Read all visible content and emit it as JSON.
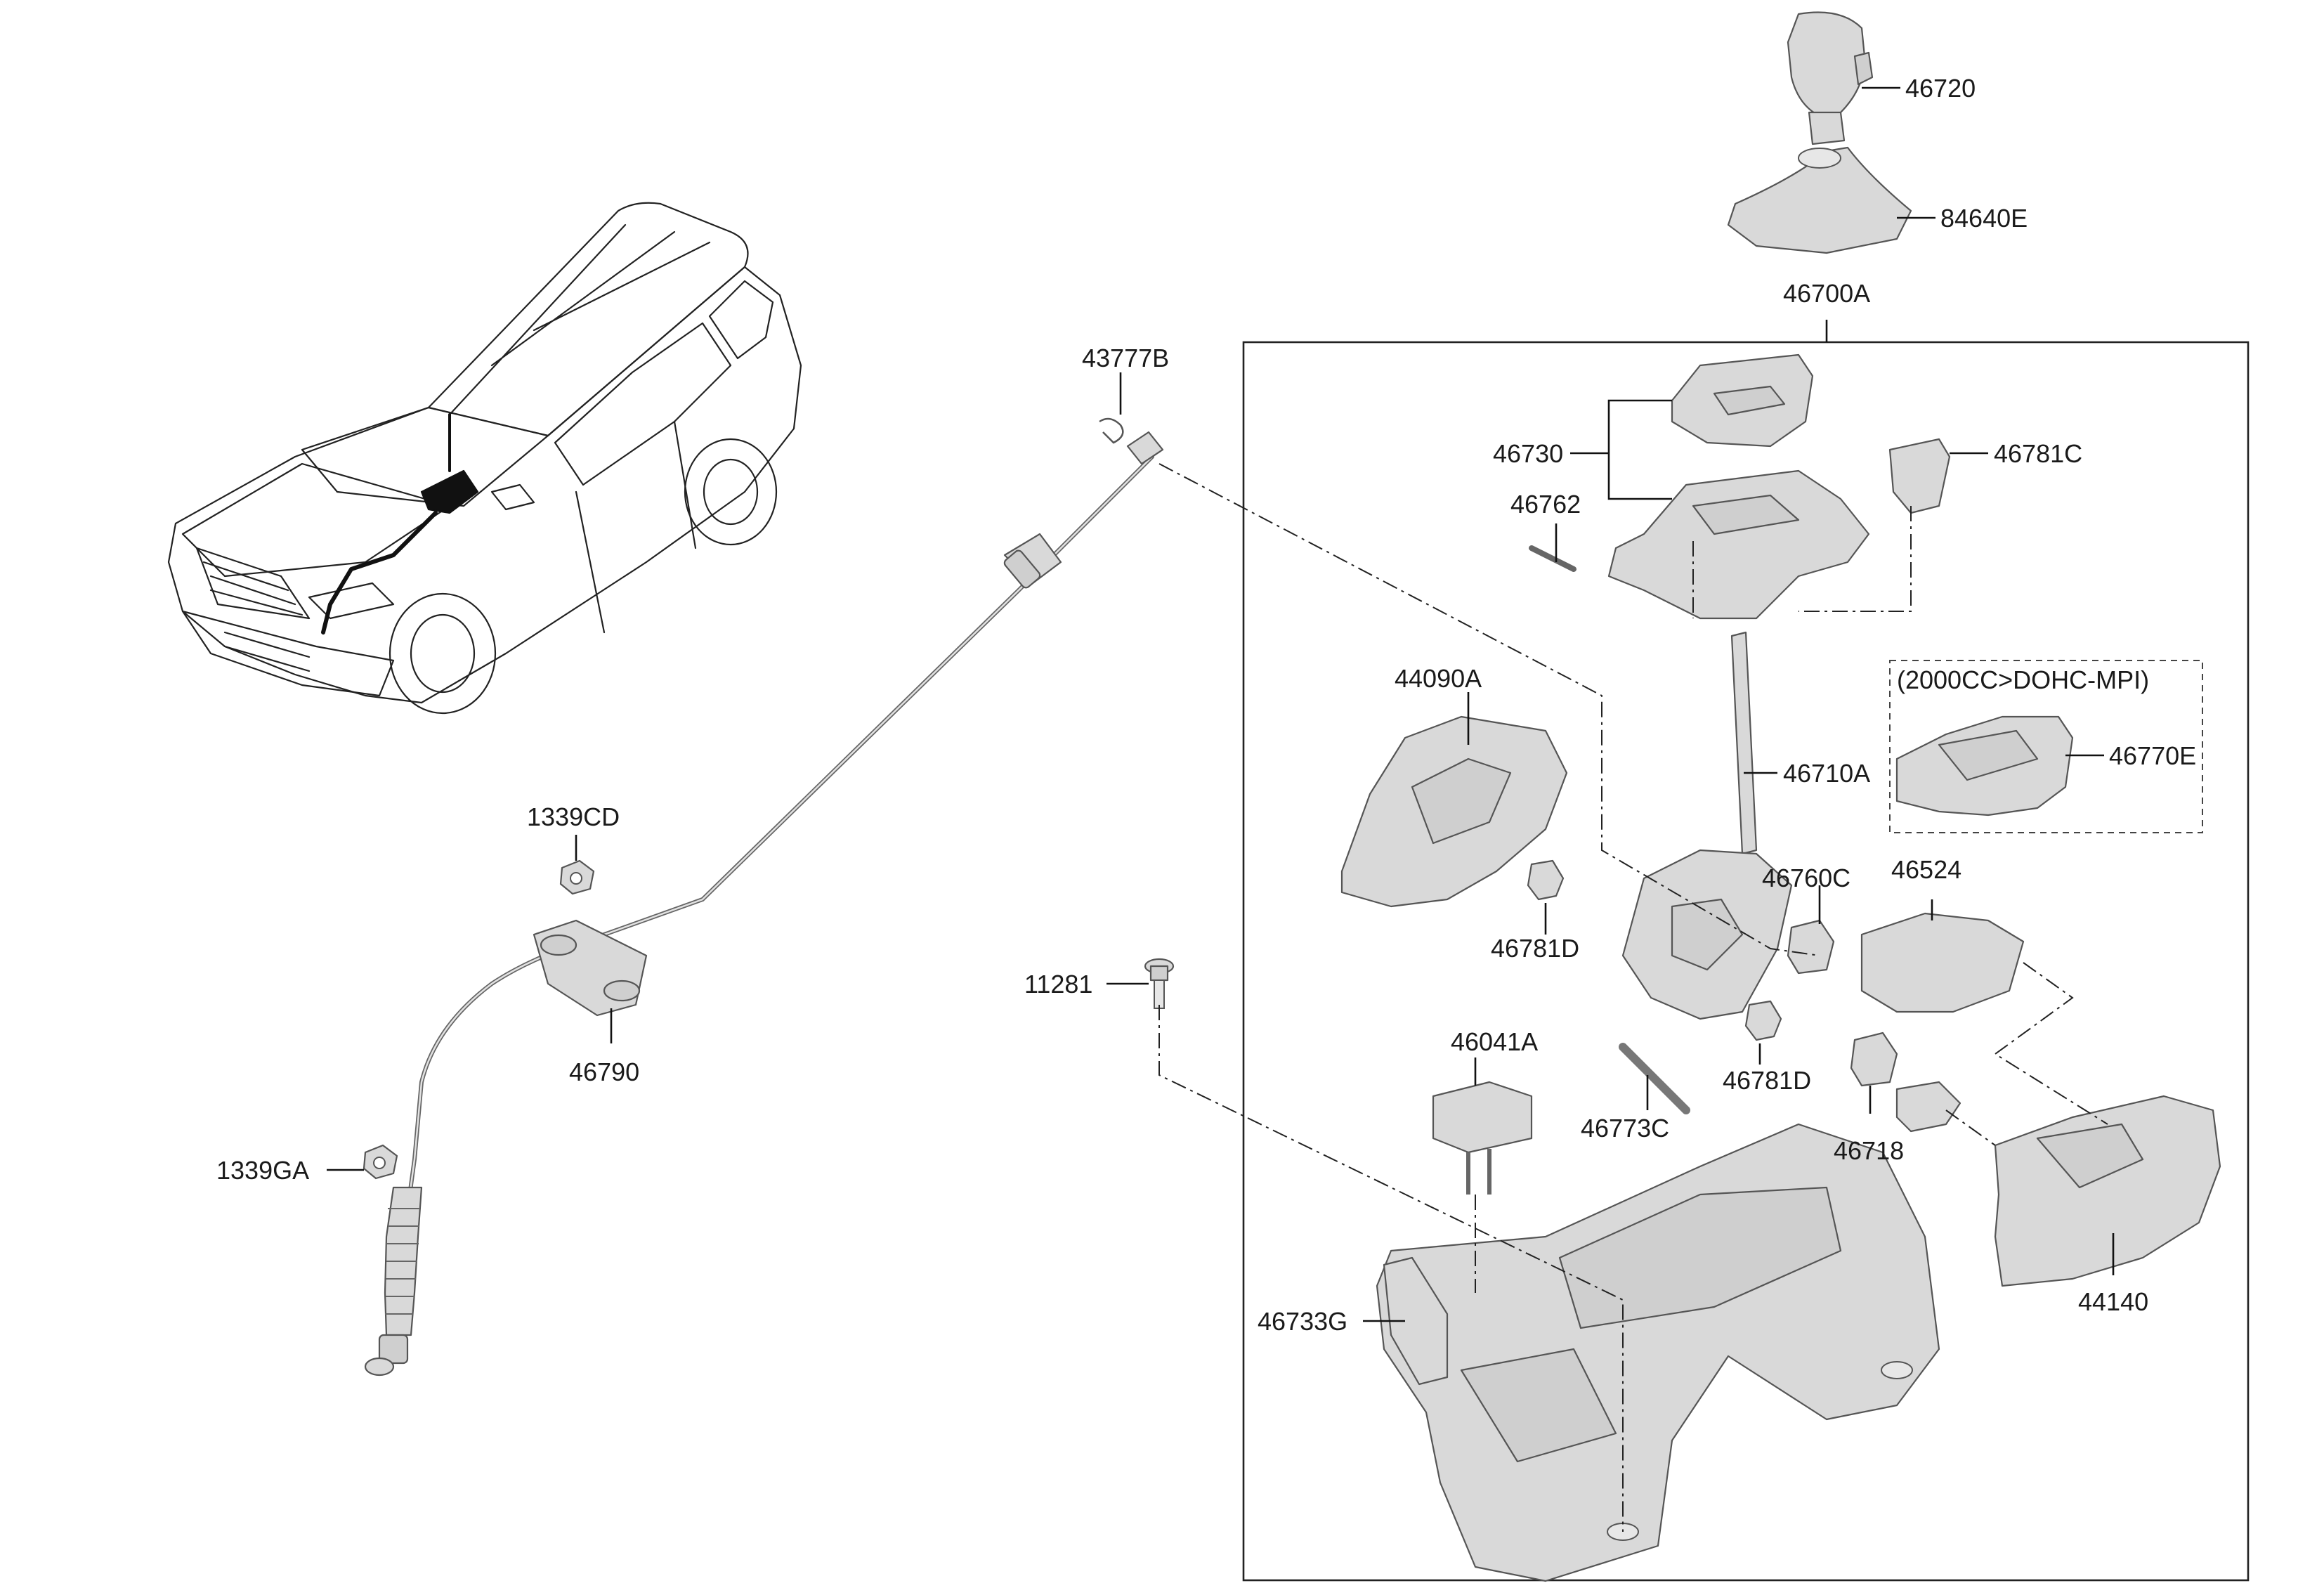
{
  "part_labels": {
    "p46720": "46720",
    "p84640E": "84640E",
    "p46700A": "46700A",
    "p43777B": "43777B",
    "p46730": "46730",
    "p46781C": "46781C",
    "p46762": "46762",
    "p44090A": "44090A",
    "p46710A": "46710A",
    "p46770E": "46770E",
    "p46760C": "46760C",
    "p46524": "46524",
    "p46781D_a": "46781D",
    "p46781D_b": "46781D",
    "p1339CD": "1339CD",
    "p11281": "11281",
    "p46790": "46790",
    "p46041A": "46041A",
    "p46773C": "46773C",
    "p46718": "46718",
    "p1339GA": "1339GA",
    "p44140": "44140",
    "p46733G": "46733G"
  },
  "variant_note": "(2000CC>DOHC-MPI)"
}
